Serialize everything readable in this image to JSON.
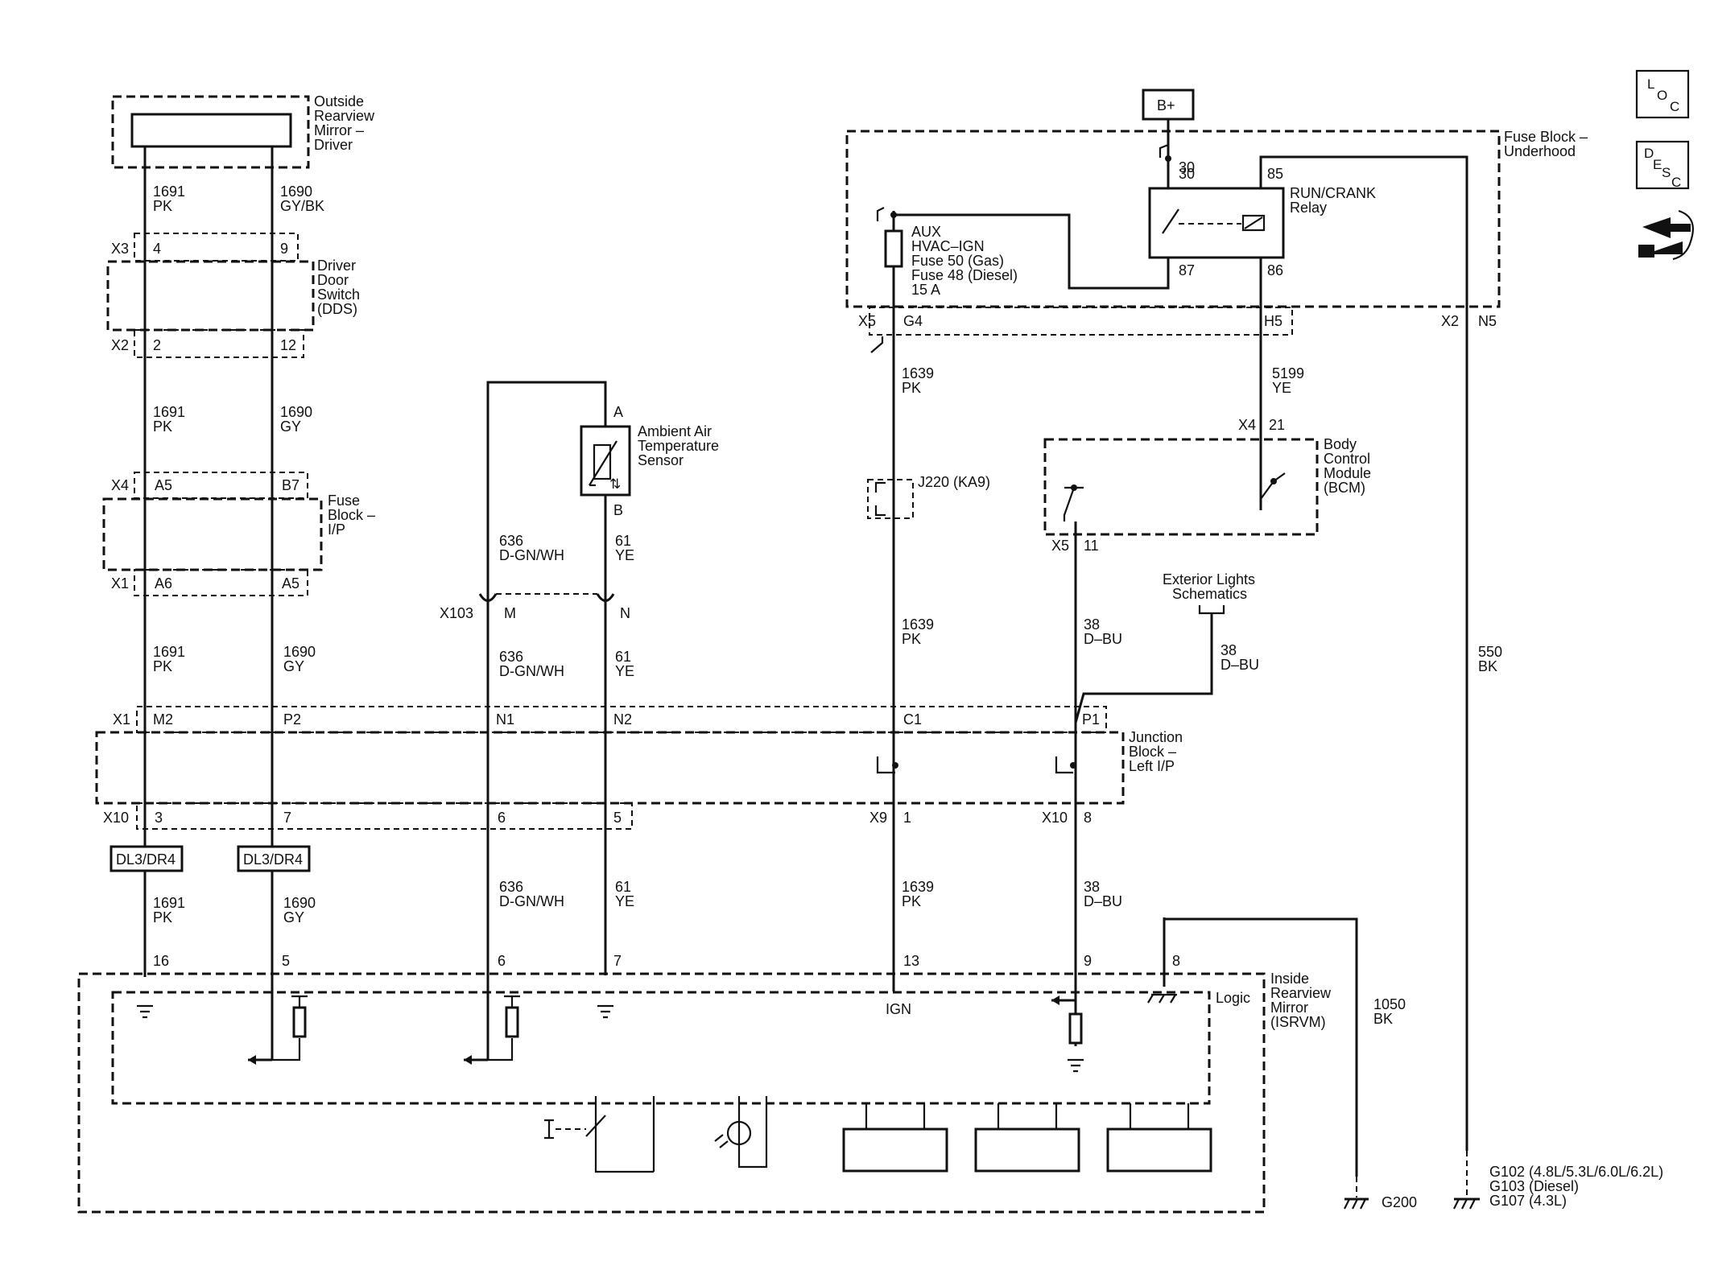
{
  "icons": {
    "loc": "L O C",
    "desc": "D E S C",
    "nav": "navigation-arrows-icon"
  },
  "battery": "B+",
  "components": {
    "oshm": [
      "Outside",
      "Rearview",
      "Mirror –",
      "Driver"
    ],
    "dds": [
      "Driver",
      "Door",
      "Switch",
      "(DDS)"
    ],
    "fb_ip": [
      "Fuse",
      "Block –",
      "I/P"
    ],
    "aat": [
      "Ambient Air",
      "Temperature",
      "Sensor"
    ],
    "fb_uh": [
      "Fuse Block –",
      "Underhood"
    ],
    "relay": [
      "RUN/CRANK",
      "Relay"
    ],
    "fuse": [
      "AUX",
      "HVAC–IGN",
      "Fuse 50 (Gas)",
      "Fuse 48 (Diesel)",
      "15 A"
    ],
    "bcm": [
      "Body",
      "Control",
      "Module",
      "(BCM)"
    ],
    "ext": [
      "Exterior Lights",
      "Schematics"
    ],
    "jb": [
      "Junction",
      "Block –",
      "Left I/P"
    ],
    "isrvm": [
      "Inside",
      "Rearview",
      "Mirror",
      "(ISRVM)"
    ],
    "logic": "Logic",
    "ign": "IGN",
    "j220": "J220 (KA9)",
    "dl1": "DL3/DR4",
    "dl2": "DL3/DR4"
  },
  "wires": {
    "w1691a": [
      "1691",
      "PK"
    ],
    "w1690a": [
      "1690",
      "GY/BK"
    ],
    "w1691b": [
      "1691",
      "PK"
    ],
    "w1690b": [
      "1690",
      "GY"
    ],
    "w1691c": [
      "1691",
      "PK"
    ],
    "w1690c": [
      "1690",
      "GY"
    ],
    "w1691d": [
      "1691",
      "PK"
    ],
    "w1690d": [
      "1690",
      "GY"
    ],
    "w636a": [
      "636",
      "D-GN/WH"
    ],
    "w61a": [
      "61",
      "YE"
    ],
    "w636b": [
      "636",
      "D-GN/WH"
    ],
    "w61b": [
      "61",
      "YE"
    ],
    "w636c": [
      "636",
      "D-GN/WH"
    ],
    "w61c": [
      "61",
      "YE"
    ],
    "w1639a": [
      "1639",
      "PK"
    ],
    "w1639b": [
      "1639",
      "PK"
    ],
    "w1639c": [
      "1639",
      "PK"
    ],
    "w5199": [
      "5199",
      "YE"
    ],
    "w38a": [
      "38",
      "D–BU"
    ],
    "w38b": [
      "38",
      "D–BU"
    ],
    "w38c": [
      "38",
      "D–BU"
    ],
    "w550": [
      "550",
      "BK"
    ],
    "w1050": [
      "1050",
      "BK"
    ]
  },
  "connectors": {
    "X3": "X3",
    "X3_4": "4",
    "X3_9": "9",
    "X2": "X2",
    "X2_2": "2",
    "X2_12": "12",
    "X4": "X4",
    "X4_A5": "A5",
    "X4_B7": "B7",
    "X1": "X1",
    "X1_A6": "A6",
    "X1_A5": "A5",
    "AAT_A": "A",
    "AAT_B": "B",
    "X103": "X103",
    "X103_M": "M",
    "X103_N": "N",
    "JX1": "X1",
    "JX1_M2": "M2",
    "JX1_P2": "P2",
    "JX1_N1": "N1",
    "JX1_N2": "N2",
    "JX1_C1": "C1",
    "JX1_P1": "P1",
    "X10": "X10",
    "X10_3": "3",
    "X10_7": "7",
    "X10_6": "6",
    "X10_5": "5",
    "X9": "X9",
    "X9_1": "1",
    "X10b": "X10",
    "X10b_8": "8",
    "X5": "X5",
    "X5_G4": "G4",
    "X5_H5": "H5",
    "X2n": "X2",
    "X2n_N5": "N5",
    "R30": "30",
    "R85": "85",
    "R87": "87",
    "R86": "86",
    "BX4": "X4",
    "BX4_21": "21",
    "BX5": "X5",
    "BX5_11": "11",
    "I16": "16",
    "I5": "5",
    "I6": "6",
    "I7": "7",
    "I13": "13",
    "I9": "9",
    "I8": "8"
  },
  "grounds": {
    "g200": "G200",
    "g102": [
      "G102 (4.8L/5.3L/6.0L/6.2L)",
      "G103 (Diesel)",
      "G107 (4.3L)"
    ]
  }
}
